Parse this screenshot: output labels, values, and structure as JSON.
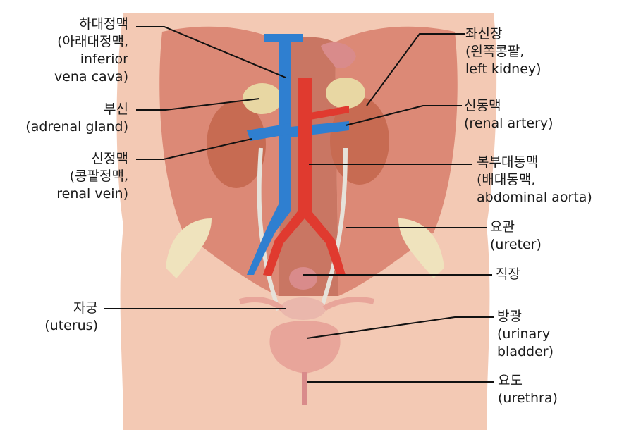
{
  "labels": {
    "ivc": {
      "ko": "하대정맥",
      "lines": [
        "(아래대정맥,",
        "inferior",
        "vena cava)"
      ]
    },
    "adrenal": {
      "ko": "부신",
      "lines": [
        "(adrenal gland)"
      ]
    },
    "renal_vein": {
      "ko": "신정맥",
      "lines": [
        "(콩팥정맥,",
        "renal vein)"
      ]
    },
    "uterus": {
      "ko": "자궁",
      "lines": [
        "(uterus)"
      ]
    },
    "kidney": {
      "ko": "좌신장",
      "lines": [
        "(왼쪽콩팥,",
        "left kidney)"
      ]
    },
    "renal_artery": {
      "ko": "신동맥",
      "lines": [
        "(renal artery)"
      ]
    },
    "aorta": {
      "ko": "복부대동맥",
      "lines": [
        "(배대동맥,",
        "abdominal aorta)"
      ]
    },
    "ureter": {
      "ko": "요관",
      "lines": [
        "(ureter)"
      ]
    },
    "rectum": {
      "ko": "직장",
      "lines": []
    },
    "bladder": {
      "ko": "방광",
      "lines": [
        "(urinary",
        "bladder)"
      ]
    },
    "urethra": {
      "ko": "요도",
      "lines": [
        "(urethra)"
      ]
    }
  },
  "colors": {
    "vein": "#2f7fd0",
    "artery": "#e03a2f",
    "muscle": "#d9826f",
    "kidney": "#c76b52",
    "adrenal": "#e8d7a3",
    "skin": "#f3c9b4",
    "bladder": "#e8a59a",
    "leader": "#111111"
  }
}
